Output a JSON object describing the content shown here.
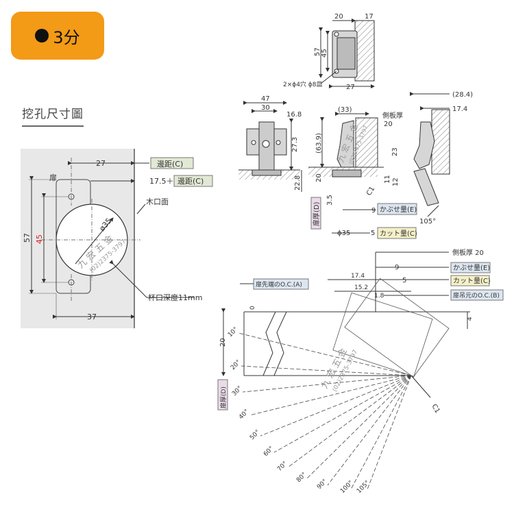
{
  "badge": {
    "label": "3分"
  },
  "section_title": "挖孔尺寸圖",
  "cup_drawing": {
    "dim_27": "27",
    "dim_17_5": "17.5＋",
    "label_edge_a": "邊距(C)",
    "label_edge_b": "邊距(C)",
    "label_door": "扉",
    "label_wood_face": "木口面",
    "dim_57": "57",
    "dim_45": "45",
    "dim_phi35": "ø35",
    "dim_37": "37",
    "label_cup_depth": "杯口深度11mm",
    "watermark_name": "九 宏 五 金",
    "watermark_phone": "(02)2375-3797"
  },
  "top_view": {
    "dim_20": "20",
    "dim_17": "17",
    "dim_57": "57",
    "dim_45": "45",
    "dim_27": "27",
    "hole_note": "2×ϕ4穴 ϕ8皿"
  },
  "front_view": {
    "dim_47": "47",
    "dim_30": "30",
    "dim_16_8": "16.8",
    "dim_27_3": "27.3",
    "dim_22_8": "22.8"
  },
  "side_view": {
    "dim_33": "(33)",
    "label_side_panel": "側板厚",
    "label_side_panel_val": "20",
    "dim_63_9": "(63.9)",
    "dim_23": "23",
    "dim_20": "20",
    "dim_11": "11",
    "dim_12": "12",
    "dim_c1": "C1",
    "dim_3_5": "3.5",
    "label_door_thick": "扉厚(D)",
    "dim_9": "9",
    "label_overlay": "かぶせ量(E)",
    "dim_phi35": "ϕ35",
    "dim_5": "5",
    "label_cut": "カット量(C)",
    "watermark_name": "九 宏 五 金",
    "watermark_phone": "(02)2375-3797"
  },
  "open_view": {
    "dim_28_4": "(28.4)",
    "dim_17_4": "17.4",
    "dim_105": "105°"
  },
  "motion_diagram": {
    "label_side_panel": "側板厚 20",
    "dim_9": "9",
    "label_overlay": "かぶせ量(E)",
    "dim_17_4": "17.4",
    "dim_5": "5",
    "label_cut": "カット量(C)",
    "label_door_tip": "扉先端のO.C.(A)",
    "dim_15_2": "15.2",
    "dim_1_8": "1.8",
    "label_hinge_base": "扉吊元のO.C.(B)",
    "dim_0": "0",
    "dim_4": "4",
    "dim_20": "20",
    "label_door_thick": "扉厚(D)",
    "dim_c1": "C1",
    "angles": [
      "10°",
      "20°",
      "30°",
      "40°",
      "50°",
      "60°",
      "70°",
      "80°",
      "90°",
      "100°",
      "105°"
    ],
    "watermark_name": "九 宏 五 金",
    "watermark_phone": "(02)2375-3797"
  }
}
